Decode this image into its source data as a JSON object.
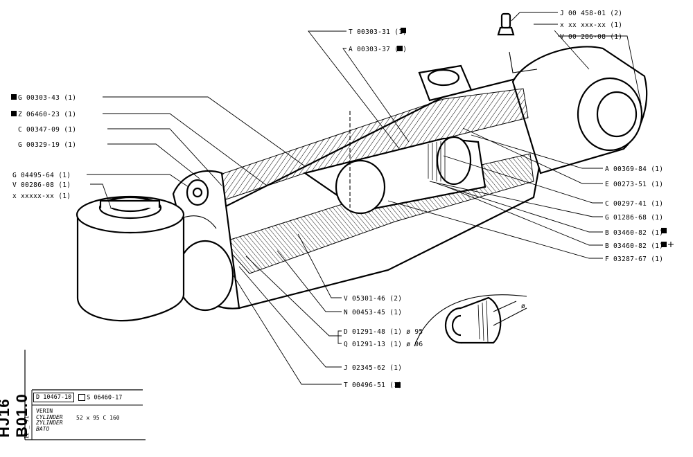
{
  "labels_right": [
    {
      "text": "J 00 458-01 (2)"
    },
    {
      "text": "x xx xxx-xx (1)"
    },
    {
      "text": "V 00 286-08 (1)"
    },
    {
      "text": "A 00369-84 (1)"
    },
    {
      "text": "E 00273-51 (1)"
    },
    {
      "text": "C 00297-41 (1)"
    },
    {
      "text": "G 01286-68 (1)"
    },
    {
      "text": "B 03460-82 (1)"
    },
    {
      "text": "B 03460-82 (1)"
    },
    {
      "text": "F 03287-67 (1)"
    }
  ],
  "labels_top": [
    {
      "text": "T 00303-31 (1)"
    },
    {
      "text": "A 00303-37 (1)"
    }
  ],
  "labels_left": [
    {
      "text": "G 00303-43 (1)"
    },
    {
      "text": "Z 06460-23 (1)"
    },
    {
      "text": "C 00347-09 (1)"
    },
    {
      "text": "G 00329-19 (1)"
    },
    {
      "text": "G 04495-64 (1)"
    },
    {
      "text": "V 00286-08 (1)"
    },
    {
      "text": "x xxxxx-xx (1)"
    }
  ],
  "labels_bottom": [
    {
      "text": "V 05301-46 (2)"
    },
    {
      "text": "N 00453-45 (1)"
    },
    {
      "text": "D 01291-48 (1)  ø 95"
    },
    {
      "text": "Q 01291-13 (1)  ø 96"
    },
    {
      "text": "J 02345-62 (1)"
    },
    {
      "text": "T 00496-51 (1)"
    }
  ],
  "title_block": {
    "sheet_code": "HJ16 B01.0",
    "date": "12 _ 71",
    "drawing_no": "D 10467-10",
    "supersedes": "S 06460-17",
    "names": [
      "VERIN",
      "CYLINDER",
      "ZYLINDER",
      "BATO"
    ],
    "dimension": "52 x 95   C 160"
  }
}
